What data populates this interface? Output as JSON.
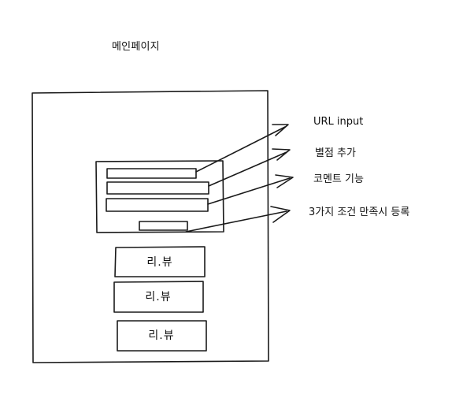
{
  "page_title": "메인페이지",
  "annotations": {
    "url_input": "URL input",
    "rating": "별점 추가",
    "comment": "코멘트 기능",
    "submit": "3가지 조건 만족시 등록"
  },
  "reviews": [
    {
      "label": "리.뷰"
    },
    {
      "label": "리.뷰"
    },
    {
      "label": "리.뷰"
    }
  ]
}
